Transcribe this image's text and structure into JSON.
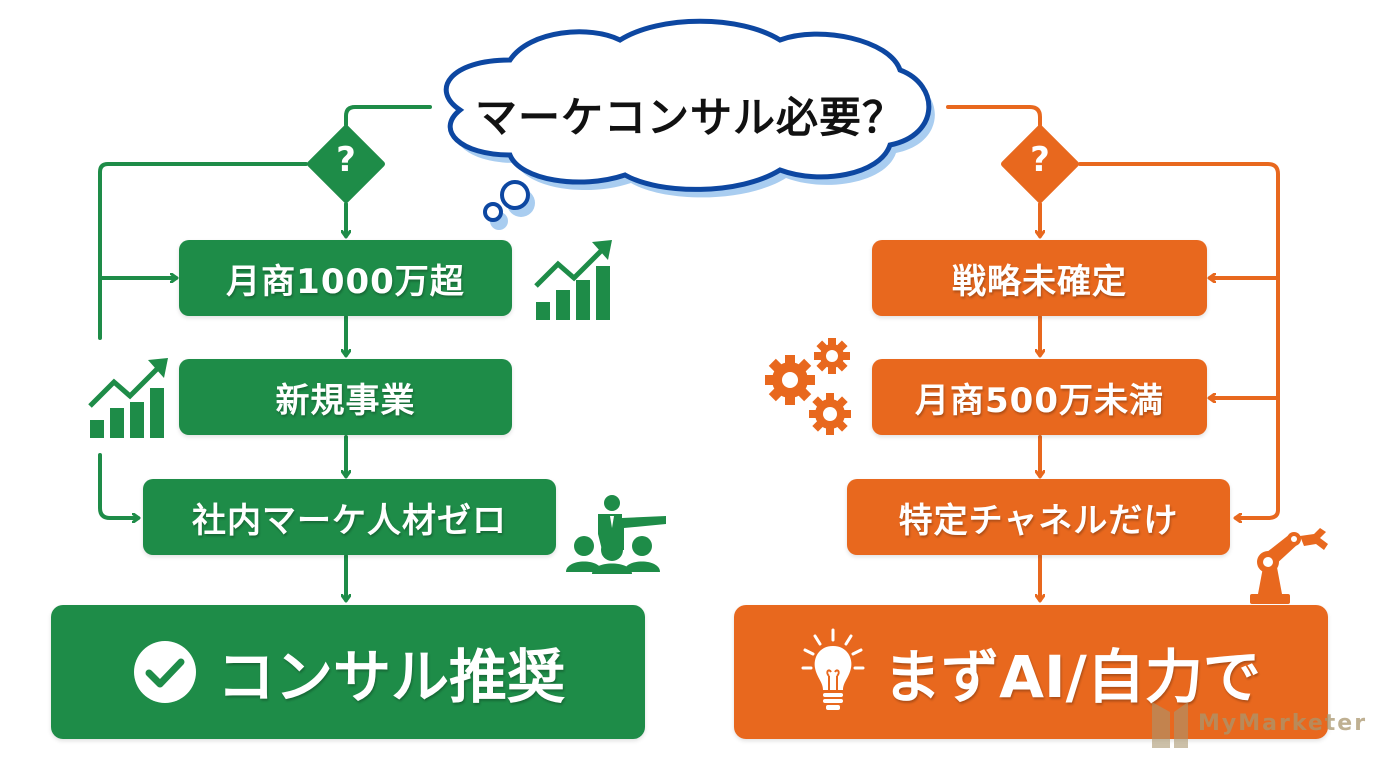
{
  "title": "マーケコンサル必要？",
  "colors": {
    "green": "#1e8c48",
    "orange": "#e8681e",
    "cloud_border": "#0d47a1",
    "cloud_shadow": "#a9cdf0"
  },
  "decision_symbol": "?",
  "left_branch": {
    "color": "green",
    "steps": [
      {
        "label": "月商1000万超",
        "icon": "growth-chart-icon"
      },
      {
        "label": "新規事業",
        "icon": "growth-chart-icon"
      },
      {
        "label": "社内マーケ人材ゼロ",
        "icon": "presenter-audience-icon"
      }
    ],
    "result": {
      "label": "コンサル推奨",
      "icon": "check-circle-icon"
    }
  },
  "right_branch": {
    "color": "orange",
    "steps": [
      {
        "label": "戦略未確定"
      },
      {
        "label": "月商500万未満",
        "icon": "gears-icon"
      },
      {
        "label": "特定チャネルだけ",
        "icon": "robot-arm-icon"
      }
    ],
    "result": {
      "label": "まずAI/自力で",
      "icon": "lightbulb-icon"
    }
  },
  "watermark": {
    "text": "MyMarketer"
  }
}
